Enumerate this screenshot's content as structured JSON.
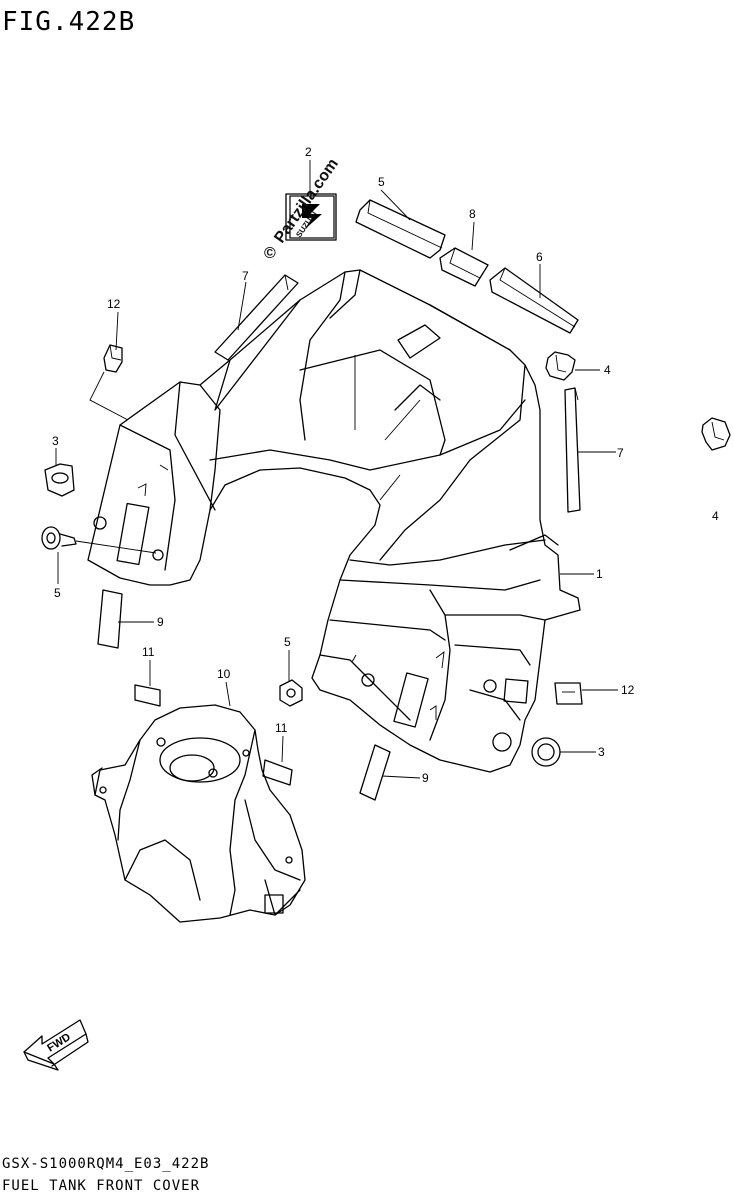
{
  "figure": {
    "title": "FIG.422B",
    "code": "GSX-S1000RQM4_E03_422B",
    "name": "FUEL TANK FRONT COVER"
  },
  "watermark": {
    "text": "Partzilla.com",
    "copyright": "©",
    "brand": "SUZUKI"
  },
  "fwd_label": "FWD",
  "callouts": [
    {
      "id": "c1",
      "label": "1"
    },
    {
      "id": "c2",
      "label": "2"
    },
    {
      "id": "c3a",
      "label": "3"
    },
    {
      "id": "c3b",
      "label": "3"
    },
    {
      "id": "c4a",
      "label": "4"
    },
    {
      "id": "c4b",
      "label": "4"
    },
    {
      "id": "c5a",
      "label": "5"
    },
    {
      "id": "c5b",
      "label": "5"
    },
    {
      "id": "c5c",
      "label": "5"
    },
    {
      "id": "c6",
      "label": "6"
    },
    {
      "id": "c7a",
      "label": "7"
    },
    {
      "id": "c7b",
      "label": "7"
    },
    {
      "id": "c8",
      "label": "8"
    },
    {
      "id": "c9a",
      "label": "9"
    },
    {
      "id": "c9b",
      "label": "9"
    },
    {
      "id": "c10",
      "label": "10"
    },
    {
      "id": "c11a",
      "label": "11"
    },
    {
      "id": "c11b",
      "label": "11"
    },
    {
      "id": "c12a",
      "label": "12"
    },
    {
      "id": "c12b",
      "label": "12"
    }
  ]
}
